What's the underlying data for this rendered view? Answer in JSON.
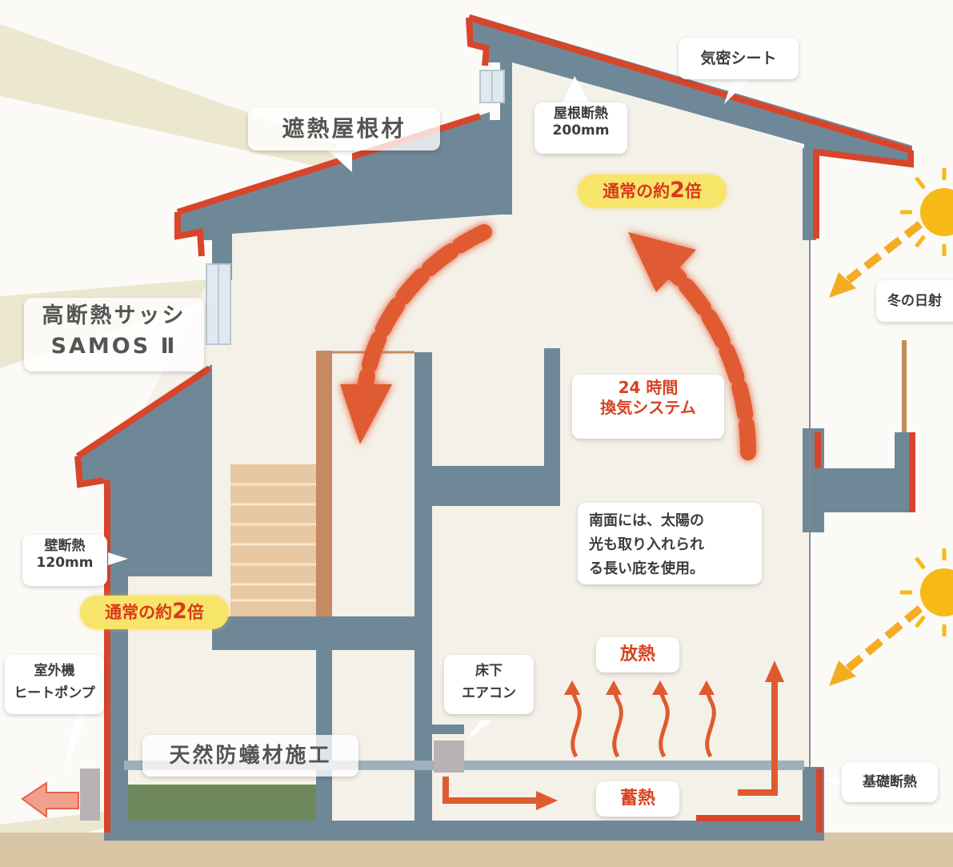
{
  "labels": {
    "roof_material": "遮熱屋根材",
    "airtight_sheet": "気密シート",
    "roof_insulation": "屋根断熱\n200mm",
    "double_prefix": "通常の約",
    "double_num": "2",
    "double_suffix": "倍",
    "sash": "高断熱サッシ\nSAMOS Ⅱ",
    "winter_sun": "冬の日射",
    "ventilation": "24 時間\n換気システム",
    "eaves_note": "南面には、太陽の\n光も取り入れられ\nる長い庇を使用。",
    "wall_insulation": "壁断熱\n120mm",
    "outdoor_unit": "室外機\nヒートポンプ",
    "floor_ac": "床下\nエアコン",
    "heat_release": "放熱",
    "heat_storage": "蓄熱",
    "termite": "天然防蟻材施工",
    "foundation_insulation": "基礎断熱"
  },
  "colors": {
    "structure": "#6f8898",
    "insulation_red": "#d9452a",
    "arrow_orange": "#e05a30",
    "sun_yellow": "#f6b916",
    "sun_ray": "#f4ad23",
    "pill_yellow": "#f7e56a",
    "stairs": "#e8c8a2",
    "ground": "#d8c6a4",
    "soil_green": "#6e8a5c"
  },
  "icons": [
    "sun-icon",
    "ventilation-arrow",
    "heat-wave-arrow",
    "exhaust-arrow",
    "window-glass"
  ]
}
